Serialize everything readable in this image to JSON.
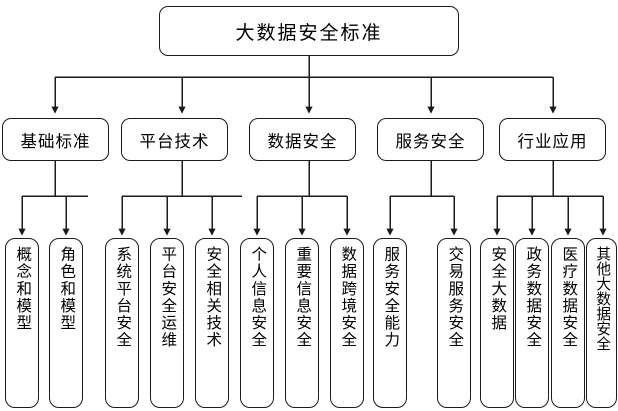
{
  "diagram": {
    "title": "大数据安全标准",
    "type": "tree",
    "orientation": "top-down",
    "colors": {
      "stroke": "#1b1b1b",
      "fill": "#ffffff",
      "text": "#000000"
    },
    "root": {
      "label": "大数据安全标准"
    },
    "branches": [
      {
        "label": "基础标准",
        "leaves": [
          {
            "label": "概念和模型"
          },
          {
            "label": "角色和模型"
          }
        ]
      },
      {
        "label": "平台技术",
        "leaves": [
          {
            "label": "系统平台安全"
          },
          {
            "label": "平台安全运维"
          },
          {
            "label": "安全相关技术"
          }
        ]
      },
      {
        "label": "数据安全",
        "leaves": [
          {
            "label": "个人信息安全"
          },
          {
            "label": "重要信息安全"
          },
          {
            "label": "数据跨境安全"
          }
        ]
      },
      {
        "label": "服务安全",
        "leaves": [
          {
            "label": "服务安全能力"
          },
          {
            "label": "交易服务安全"
          }
        ]
      },
      {
        "label": "行业应用",
        "leaves": [
          {
            "label": "安全大数据"
          },
          {
            "label": "政务数据安全"
          },
          {
            "label": "医疗数据安全"
          },
          {
            "label": "其他大数据安全"
          }
        ]
      }
    ]
  }
}
